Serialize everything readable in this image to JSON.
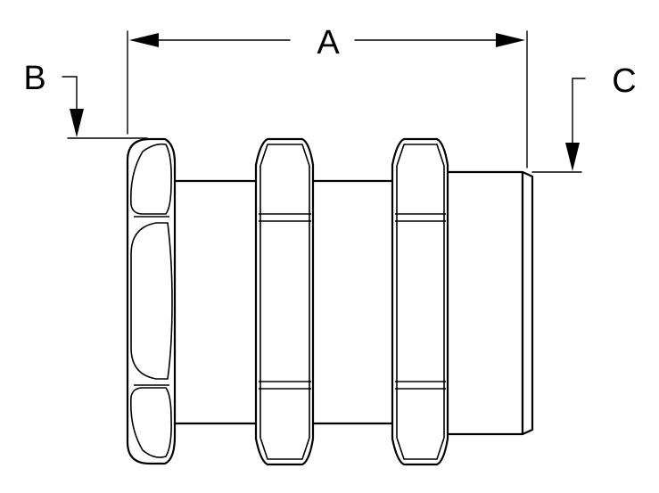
{
  "dimensions": {
    "a": {
      "label": "A"
    },
    "b": {
      "label": "B"
    },
    "c": {
      "label": "C"
    }
  },
  "colors": {
    "line": "#000000",
    "background": "#ffffff"
  }
}
